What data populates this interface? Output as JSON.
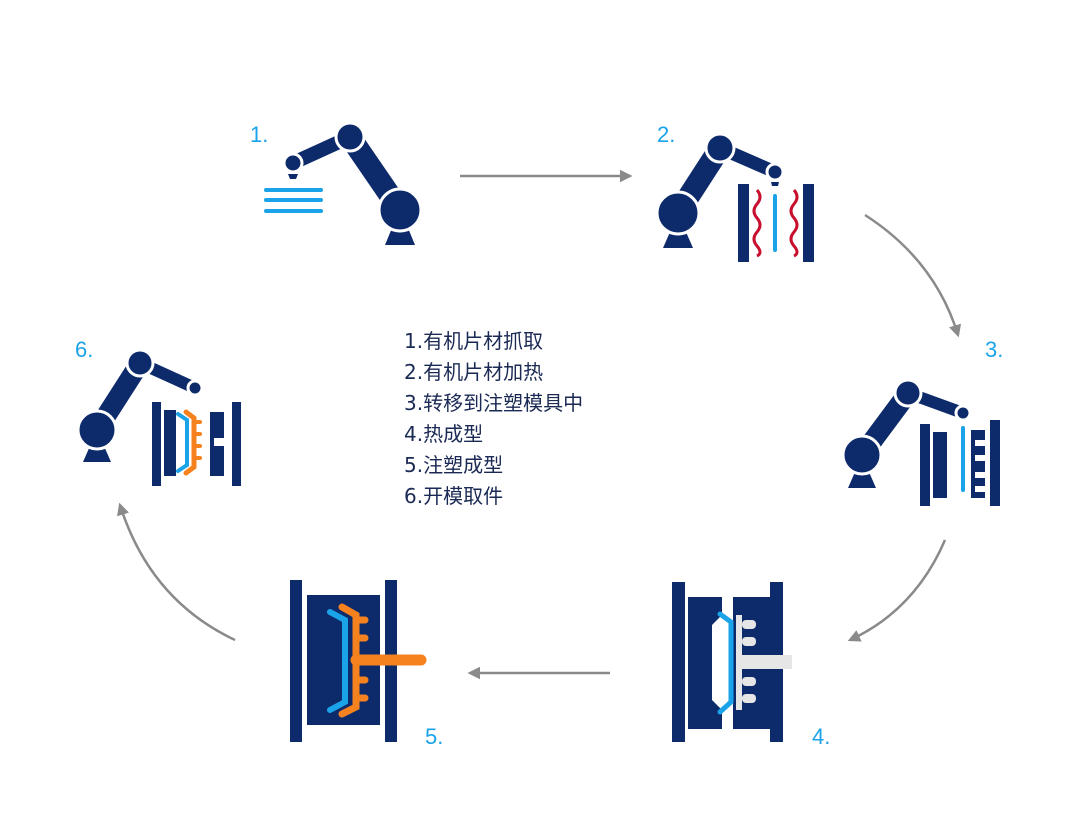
{
  "colors": {
    "navy": "#0d2a6b",
    "light_blue": "#1aa3e8",
    "heater_red": "#c8102e",
    "injection_orange": "#f5821f",
    "arrow_gray": "#8a8a8a",
    "preform_gray": "#e6e6e6"
  },
  "steps": [
    {
      "number": "1.",
      "label": "有机片材抓取"
    },
    {
      "number": "2.",
      "label": "有机片材加热"
    },
    {
      "number": "3.",
      "label": "转移到注塑模具中"
    },
    {
      "number": "4.",
      "label": "热成型"
    },
    {
      "number": "5.",
      "label": "注塑成型"
    },
    {
      "number": "6.",
      "label": "开模取件"
    }
  ],
  "legend": [
    "1.有机片材抓取",
    "2.有机片材加热",
    "3.转移到注塑模具中",
    "4.热成型",
    "5.注塑成型",
    "6.开模取件"
  ]
}
